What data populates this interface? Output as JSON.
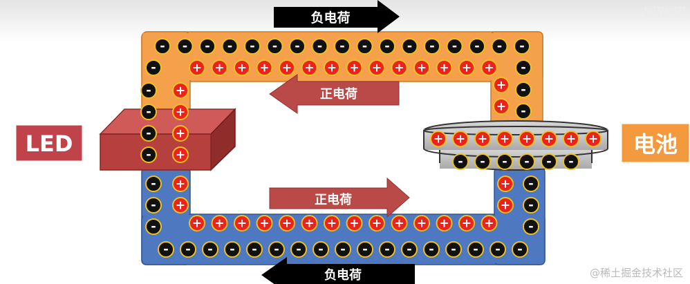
{
  "labels": {
    "led": "LED",
    "battery": "电池",
    "arrow_top": "负电荷",
    "arrow_upper_inner": "正电荷",
    "arrow_lower_inner": "正电荷",
    "arrow_bottom": "负电荷"
  },
  "symbols": {
    "negative": "-",
    "positive": "+"
  },
  "watermark": "@稀土掘金技术社区",
  "logo_watermark": "bilibili",
  "colors": {
    "upper_wire": "#f5a04a",
    "lower_wire": "#4e78bf",
    "led_box": "#b5403e",
    "battery_label_bg": "#f39a3e",
    "led_label_bg": "#c0424a",
    "arrow_black": "#000000",
    "arrow_red": "#b94a48",
    "positive_charge": "#e8241d",
    "negative_charge": "#111111",
    "charge_border": "#f0c020"
  }
}
